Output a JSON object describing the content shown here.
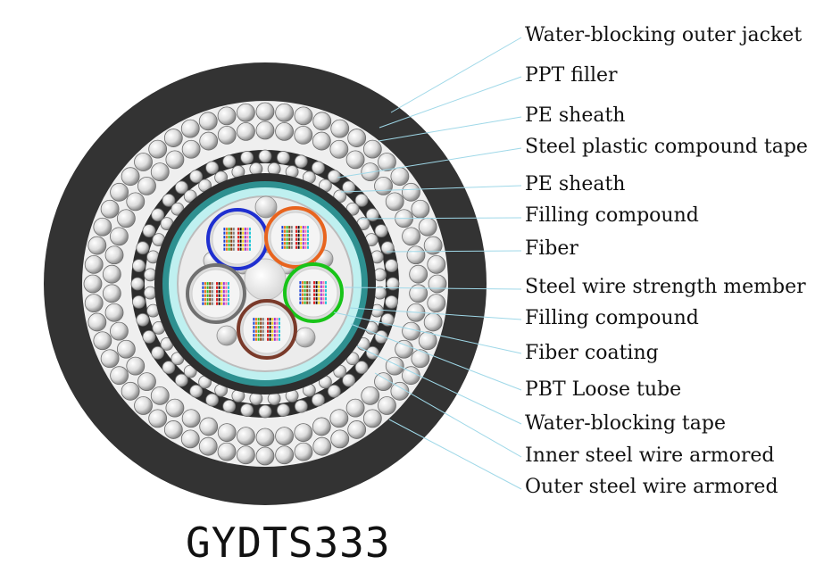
{
  "title": "GYDTS333",
  "labels": [
    "Water-blocking outer jacket",
    "PPT filler",
    "PE sheath",
    "Steel plastic compound tape",
    "PE sheath",
    "Filling compound",
    "Fiber",
    "Steel wire strength member",
    "Filling compound",
    "Fiber coating",
    "PBT Loose tube",
    "Water-blocking tape",
    "Inner steel wire armored",
    "Outer steel wire armored"
  ],
  "tube_colors": [
    "#1f2fd0",
    "#e8641e",
    "#18c418",
    "#7a3a2a",
    "#707070"
  ],
  "leader_color": "#9fd8e8"
}
